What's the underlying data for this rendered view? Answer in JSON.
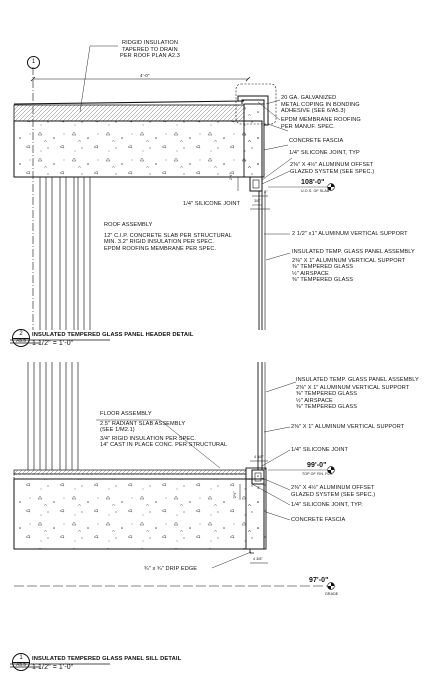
{
  "upper_detail": {
    "notes": {
      "insulation": [
        "RIDGID INSULATION",
        "TAPERED TO DRAIN",
        "PER ROOF PLAN A2.3"
      ],
      "coping": [
        "20 GA. GALVANIZED",
        "METAL COPING IN BONDING",
        "ADHESIVE (SEE 6/A5.3)"
      ],
      "epdm": [
        "EPDM MEMBRANE ROOFING",
        "PER MANUF. SPEC."
      ],
      "fascia": "CONCRETE FASCIA",
      "silicone_joint_typ": "1/4\" SILICONE JOINT, TYP",
      "offset_glazed": [
        "2⅜\" X 4½\" ALUMINUM OFFSET",
        "GLAZED SYSTEM (SEE SPEC.)"
      ],
      "silicone_joint": "1/4\" SILICONE JOINT",
      "vertical_support": "2 1/2\" x1\" ALUMINUM VERTICAL SUPPORT",
      "roof_assembly": [
        "ROOF ASSEMBLY",
        "12\" C.I.P. CONCRETE SLAB PER STRUCTURAL",
        "MIN. 3.2\" RIGID INSULATION PER SPEC.",
        "EPDM ROOFING MEMBRANE PER SPEC."
      ],
      "panel_assembly": [
        "INSULATED TEMP. GLASS PANEL ASSEMBLY",
        "2⅜\" X 1\"  ALUMINUM VERTICAL SUPPORT",
        "⅜\" TEMPERED GLASS",
        "½\" AIRSPACE",
        "⅜\" TEMPERED GLASS"
      ]
    },
    "dimensions": {
      "overall": "4'-0\"",
      "fascia": "2½\"",
      "gap": "3/8\"",
      "depth": "3\"",
      "offset": "4½\""
    },
    "elevation": {
      "value": "108'-0\"",
      "label": "U.O.S. OF SLAB"
    },
    "grid_bubble": "1",
    "title": {
      "number": "2",
      "sheet": "A5.5",
      "name": "INSULATED TEMPERED GLASS PANEL HEADER DETAIL",
      "scale": "1 1/2\" = 1'-0\""
    }
  },
  "lower_detail": {
    "notes": {
      "panel_assembly": [
        "INSULATED TEMP. GLASS PANEL ASSEMBLY",
        "2⅜\" X 1\"  ALUMINUM VERTICAL SUPPORT",
        "⅜\" TEMPERED GLASS",
        "½\" AIRSPACE",
        "⅜\" TEMPERED GLASS"
      ],
      "floor_assembly": [
        "FLOOR ASSEMBLY",
        "2.5\" RADIANT SLAB ASSEMBLY",
        "(SEE 1/M2.1)",
        "3/4\" RIGID INSULATION PER SPEC.",
        "14\" CAST IN PLACE CONC. PER STRUCTURAL"
      ],
      "vertical_support": "2⅜\" X 1\"  ALUMINUM VERTICAL SUPPORT",
      "silicone_joint": "1/4\" SILICONE JOINT",
      "offset_glazed": [
        "2⅜\" X 4½\"  ALUMINUM OFFSET",
        "GLAZED SYSTEM (SEE SPEC.)"
      ],
      "silicone_joint_typ": "1/4\" SILICONE JOINT, TYP.",
      "fascia": "CONCRETE FASCIA",
      "drip_edge": "¾\" x ¾\" DRIP EDGE"
    },
    "dimensions": {
      "top": "4 3/8\"",
      "fascia": "2½\"",
      "depth": "3\"",
      "bottom": "4 3/8\""
    },
    "elevations": [
      {
        "value": "99'-0\"",
        "label": "TOP OF FIN. FLR."
      },
      {
        "value": "97'-0\"",
        "label": "GRADE"
      }
    ],
    "title": {
      "number": "1",
      "sheet": "A5.5",
      "name": "INSULATED TEMPERED GLASS PANEL SILL DETAIL",
      "scale": "1 1/2\" = 1'-0\""
    }
  }
}
